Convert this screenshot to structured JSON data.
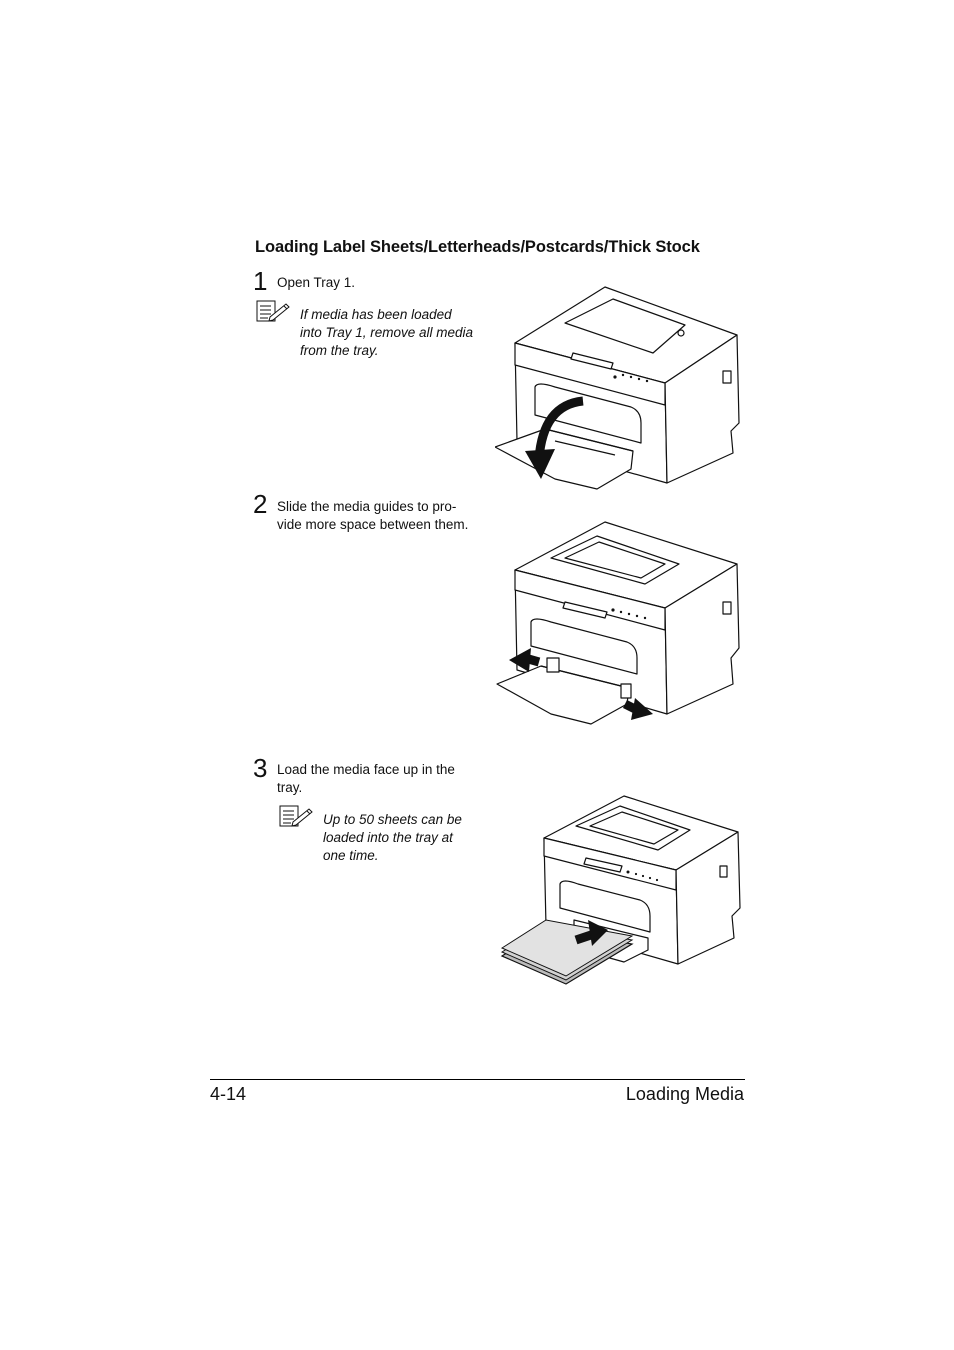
{
  "section": {
    "heading": "Loading Label Sheets/Letterheads/Postcards/Thick Stock"
  },
  "steps": [
    {
      "number": "1",
      "text_lines": [
        "Open Tray 1."
      ],
      "note_lines": [
        "If media has been loaded",
        "into Tray 1, remove all media",
        "from the tray."
      ],
      "figure_icon": "printer-open-tray-icon"
    },
    {
      "number": "2",
      "text_lines": [
        "Slide the media guides to pro-",
        "vide more space between them."
      ],
      "figure_icon": "printer-media-guides-icon"
    },
    {
      "number": "3",
      "text_lines": [
        "Load the media face up in the",
        "tray."
      ],
      "note_lines": [
        "Up to 50 sheets can be",
        "loaded into the tray at",
        "one time."
      ],
      "figure_icon": "printer-load-media-icon"
    }
  ],
  "note_icon": "note-pencil-icon",
  "footer": {
    "page_number": "4-14",
    "chapter": "Loading Media"
  }
}
